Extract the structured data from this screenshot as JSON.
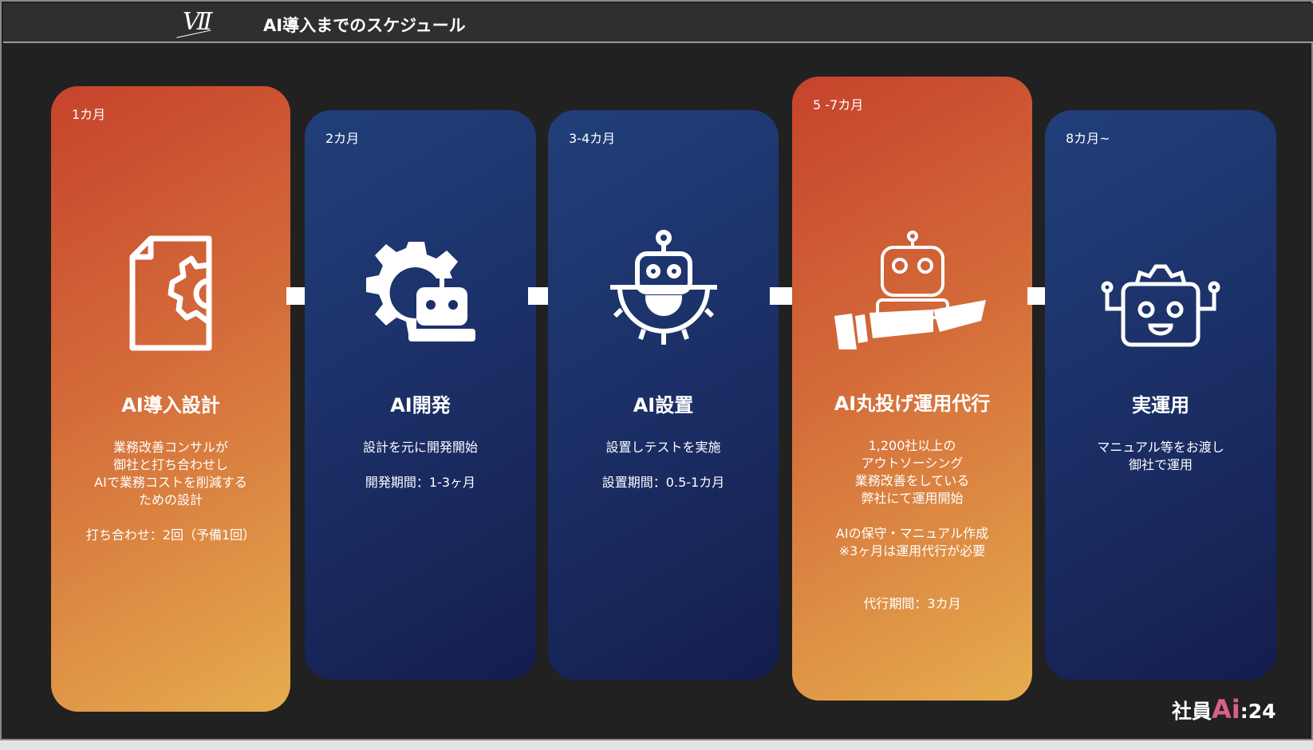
{
  "header": {
    "logo": "VII",
    "title": "AI導入までのスケジュール"
  },
  "steps": [
    {
      "period": "1カ月",
      "name": "AI導入設計",
      "desc": "業務改善コンサルが\n御社と打ち合わせし\nAIで業務コストを削減する\nための設計",
      "note": "打ち合わせ：2回（予備1回）",
      "icon": "document-gear-icon",
      "theme": "orange"
    },
    {
      "period": "2カ月",
      "name": "AI開発",
      "desc": "設計を元に開発開始",
      "note": "開発期間：1-3ヶ月",
      "icon": "gear-robot-icon",
      "theme": "blue"
    },
    {
      "period": "3-4カ月",
      "name": "AI設置",
      "desc": "設置しテストを実施",
      "note": "設置期間：0.5-1カ月",
      "icon": "robot-gear-icon",
      "theme": "blue"
    },
    {
      "period": "5 -7カ月",
      "name": "AI丸投げ運用代行",
      "desc": "1,200社以上の\nアウトソーシング\n業務改善をしている\n弊社にて運用開始\n\nAIの保守・マニュアル作成\n※3ヶ月は運用代行が必要",
      "note": "代行期間：3カ月",
      "icon": "hand-robot-icon",
      "theme": "orange"
    },
    {
      "period": "8カ月~",
      "name": "実運用",
      "desc": "マニュアル等をお渡し\n御社で運用",
      "note": "",
      "icon": "robot-face-icon",
      "theme": "blue"
    }
  ],
  "brand": {
    "prefix": "社員",
    "ai": "Ai",
    "suffix": ":24"
  },
  "colors": {
    "orange_start": "#c6432c",
    "orange_end": "#e6ad4e",
    "blue_start": "#213f7a",
    "blue_end": "#141d4d",
    "brand_pink": "#d8608a"
  }
}
